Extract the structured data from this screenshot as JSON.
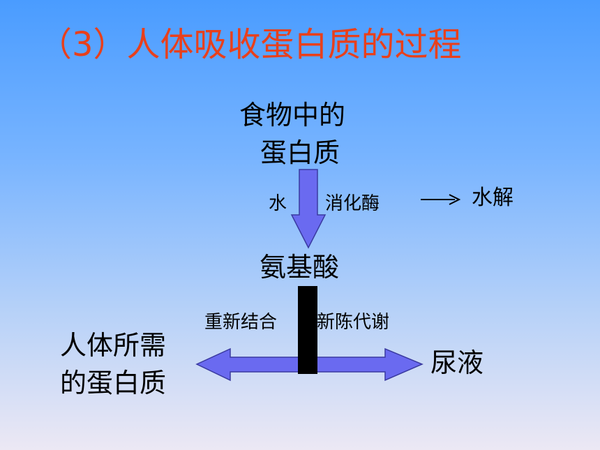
{
  "title": "（3）人体吸收蛋白质的过程",
  "nodes": {
    "food_protein_line1": "食物中的",
    "food_protein_line2": "蛋白质",
    "amino_acid": "氨基酸",
    "body_protein_line1": "人体所需",
    "body_protein_line2": "的蛋白质",
    "urine": "尿液"
  },
  "labels": {
    "water": "水",
    "enzyme": "消化酶",
    "hydrolysis": "水解",
    "recombine": "重新结合",
    "metabolism": "新陈代谢"
  },
  "colors": {
    "title": "#e8401c",
    "arrow_fill": "#6a6af0",
    "arrow_stroke": "#3a3aa0",
    "bar": "#000000"
  }
}
